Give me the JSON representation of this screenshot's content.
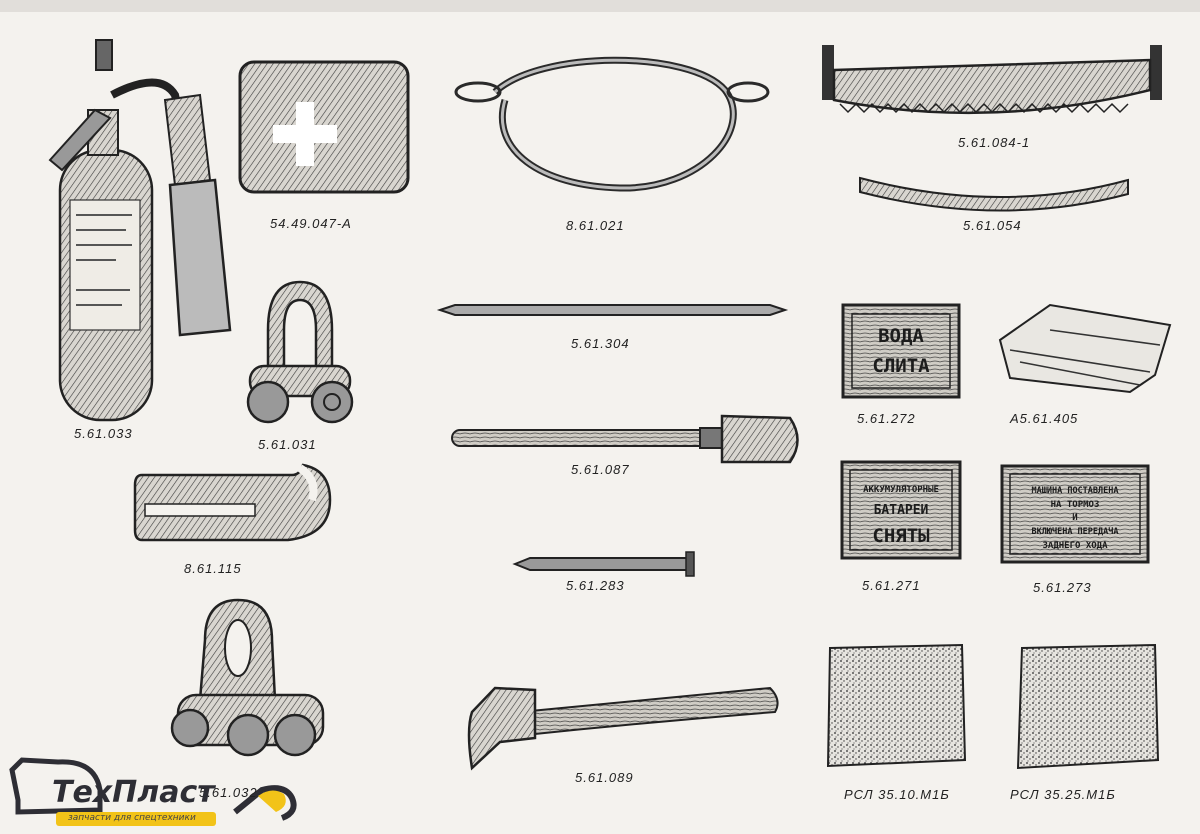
{
  "items": [
    {
      "id": "extinguisher",
      "code": "5.61.033"
    },
    {
      "id": "first-aid-kit",
      "code": "54.49.047-А"
    },
    {
      "id": "tow-cable",
      "code": "8.61.021"
    },
    {
      "id": "two-man-saw",
      "code": "5.61.084-1"
    },
    {
      "id": "saw-blade-guard",
      "code": "5.61.054"
    },
    {
      "id": "shackle",
      "code": "5.61.031"
    },
    {
      "id": "rod",
      "code": "5.61.304"
    },
    {
      "id": "plate-water",
      "code": "5.61.272",
      "text": [
        "ВОДА",
        "СЛИТА"
      ]
    },
    {
      "id": "cloth",
      "code": "А5.61.405"
    },
    {
      "id": "shovel",
      "code": "5.61.087"
    },
    {
      "id": "hook",
      "code": "8.61.115"
    },
    {
      "id": "plate-battery",
      "code": "5.61.271",
      "text": [
        "АККУМУЛЯТОРНЫЕ",
        "БАТАРЕИ",
        "СНЯТЫ"
      ]
    },
    {
      "id": "plate-machine",
      "code": "5.61.273",
      "text": [
        "МАШИНА ПОСТАВЛЕНА",
        "НА ТОРМОЗ",
        "И",
        "ВКЛЮЧЕНА ПЕРЕДАЧА",
        "ЗАДНЕГО ХОДА"
      ]
    },
    {
      "id": "pin",
      "code": "5.61.283"
    },
    {
      "id": "tow-shackle",
      "code": "5.61.032"
    },
    {
      "id": "axe",
      "code": "5.61.089"
    },
    {
      "id": "rag-1",
      "code": "РСЛ 35.10.М1Б"
    },
    {
      "id": "rag-2",
      "code": "РСЛ 35.25.М1Б"
    }
  ],
  "logo": {
    "word": "ТехПласт",
    "tagline": "запчасти для спецтехники"
  },
  "colors": {
    "ink": "#2a2a2a",
    "paper": "#f4f2ee",
    "logo_yellow": "#f2c318",
    "logo_dark": "#2e2e35"
  }
}
